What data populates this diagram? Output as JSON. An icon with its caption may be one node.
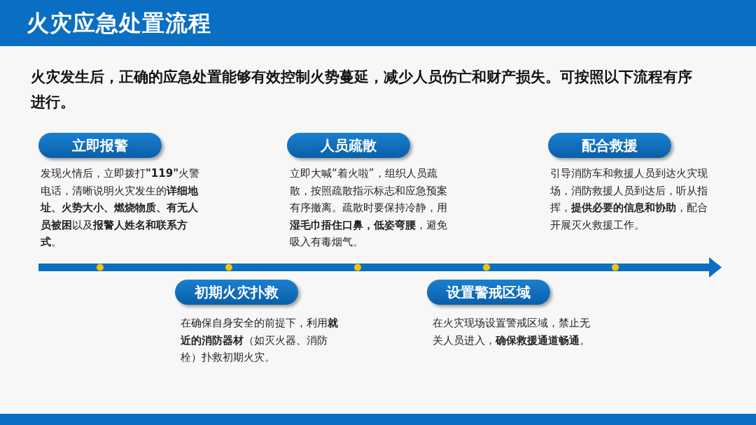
{
  "diagram": {
    "title": "火灾应急处置流程",
    "nodes": [
      {
        "text": [
          "立即报警"
        ],
        "beside": [
          "发现火情后，立即拨打**\"119\"**火警电话，清晰说明火灾发生的**详细地址、火势大小、燃烧物质、有无人员被困**以及**报警人姓名和联系方式**。"
        ]
      },
      {
        "text": [
          "初期火灾扑救"
        ],
        "beside": [
          "在确保自身安全的前提下，利用**就近的消防器材**（如灭火器、消防栓）扑救初期火灾。"
        ]
      },
      {
        "text": [
          "人员疏散"
        ],
        "beside": [
          "立即大喊“着火啦”，组织人员疏散，按照疏散指示标志和应急预案有序撤离。疏散时要保持冷静，用**湿毛巾捂住口鼻，低姿弯腰**，避免吸入有毒烟气。"
        ]
      },
      {
        "text": [
          "设置警戒区域"
        ],
        "beside": [
          "在火灾现场设置警戒区域，禁止无关人员进入，**确保救援通道畅通**。"
        ]
      },
      {
        "text": [
          "配合救援"
        ],
        "beside": [
          "引导消防车和救援人员到达火灾现场，消防救援人员到达后，听从指挥，**提供必要的信息和协助**，配合开展灭火救援工作。"
        ]
      }
    ],
    "labels": [
      "火灾发生后，正确的应急处置能够有效控制火势蔓延，减少人员伤亡和财产损失。可按照以下流程有序进行。"
    ]
  }
}
